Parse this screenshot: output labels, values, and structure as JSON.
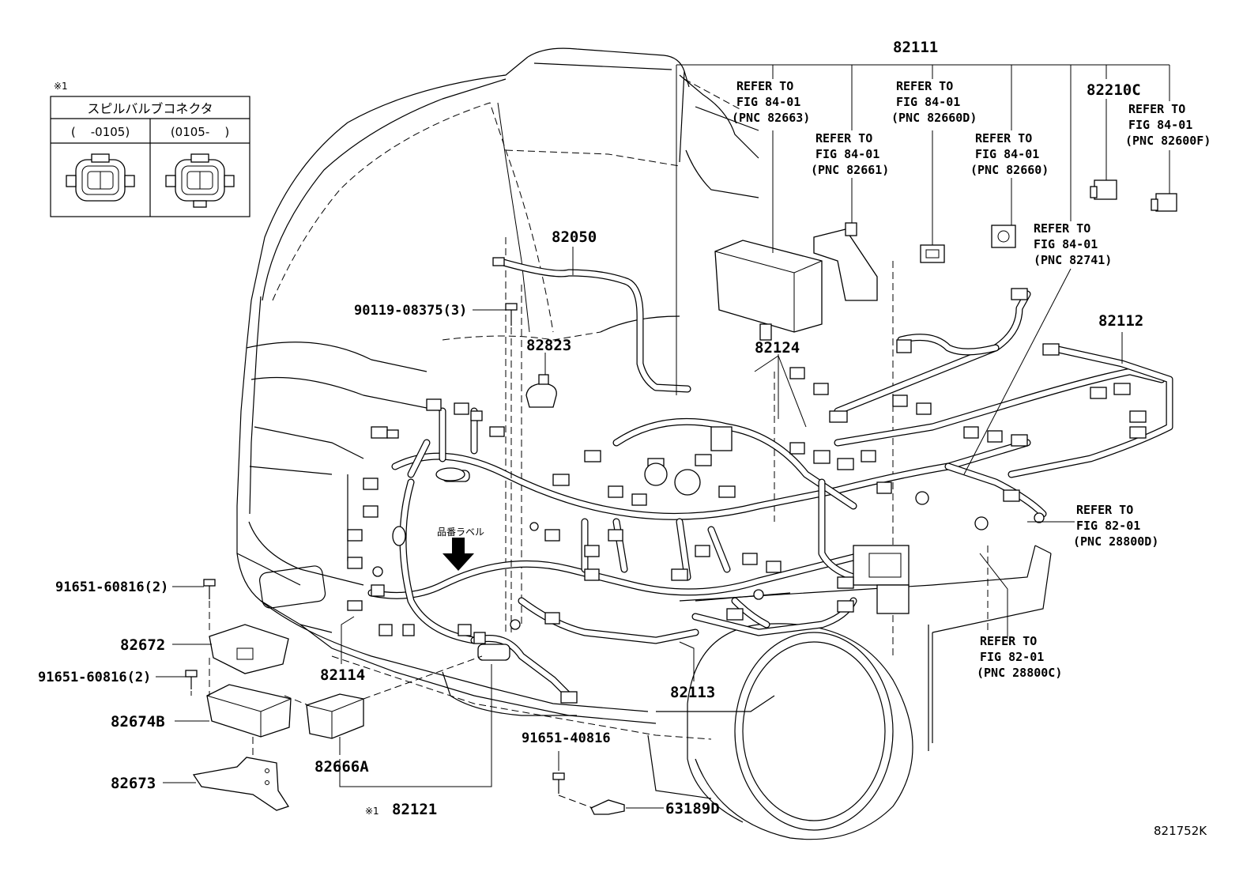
{
  "note_marker": "※1",
  "inset": {
    "title": "スピルバルブコネクタ",
    "col_left": "(    -0105)",
    "col_right": "(0105-    )"
  },
  "labels": {
    "p82111": "82111",
    "p82210C": "82210C",
    "p82050": "82050",
    "p90119": "90119-08375(3)",
    "p82823": "82823",
    "p82124": "82124",
    "p82112": "82112",
    "p91651_a": "91651-60816(2)",
    "p82672": "82672",
    "p91651_b": "91651-60816(2)",
    "p82674B": "82674B",
    "p82673": "82673",
    "p82666A": "82666A",
    "p82121_mark": "※1",
    "p82121": "82121",
    "p82114": "82114",
    "p82113": "82113",
    "p91651_40816": "91651-40816",
    "p63189D": "63189D",
    "label_tag": "品番ラベル",
    "fig_code": "821752K"
  },
  "refs": {
    "r82663": {
      "l1": "REFER TO",
      "l2": "FIG 84-01",
      "l3": "(PNC 82663)"
    },
    "r82661": {
      "l1": "REFER TO",
      "l2": "FIG 84-01",
      "l3": "(PNC 82661)"
    },
    "r82660D": {
      "l1": "REFER TO",
      "l2": "FIG 84-01",
      "l3": "(PNC 82660D)"
    },
    "r82660": {
      "l1": "REFER TO",
      "l2": "FIG 84-01",
      "l3": "(PNC 82660)"
    },
    "r82600F": {
      "l1": "REFER TO",
      "l2": "FIG 84-01",
      "l3": "(PNC 82600F)"
    },
    "r82741": {
      "l1": "REFER TO",
      "l2": "FIG 84-01",
      "l3": "(PNC 82741)"
    },
    "r28800D": {
      "l1": "REFER TO",
      "l2": "FIG 82-01",
      "l3": "(PNC 28800D)"
    },
    "r28800C": {
      "l1": "REFER TO",
      "l2": "FIG 82-01",
      "l3": "(PNC 28800C)"
    }
  }
}
